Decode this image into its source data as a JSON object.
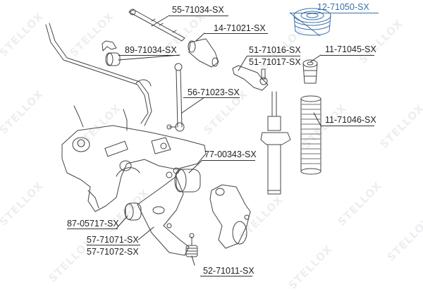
{
  "diagram": {
    "type": "exploded-parts-diagram",
    "subject": "front suspension",
    "watermark_text": "STELLOX",
    "highlight_color": "#3a6fa8",
    "text_color": "#222222",
    "parts": [
      {
        "id": "p1",
        "label": "55-71034-SX",
        "highlighted": false
      },
      {
        "id": "p2",
        "label": "12-71050-SX",
        "highlighted": true
      },
      {
        "id": "p3",
        "label": "14-71021-SX",
        "highlighted": false
      },
      {
        "id": "p4",
        "label": "89-71034-SX",
        "highlighted": false
      },
      {
        "id": "p5",
        "label": "51-71016-SX",
        "highlighted": false
      },
      {
        "id": "p6",
        "label": "51-71017-SX",
        "highlighted": false
      },
      {
        "id": "p7",
        "label": "11-71045-SX",
        "highlighted": false
      },
      {
        "id": "p8",
        "label": "56-71023-SX",
        "highlighted": false
      },
      {
        "id": "p9",
        "label": "11-71046-SX",
        "highlighted": false
      },
      {
        "id": "p10",
        "label": "77-00343-SX",
        "highlighted": false
      },
      {
        "id": "p11",
        "label": "87-05717-SX",
        "highlighted": false
      },
      {
        "id": "p12",
        "label": "57-71071-SX",
        "highlighted": false
      },
      {
        "id": "p13",
        "label": "57-71072-SX",
        "highlighted": false
      },
      {
        "id": "p14",
        "label": "52-71011-SX",
        "highlighted": false
      }
    ]
  }
}
